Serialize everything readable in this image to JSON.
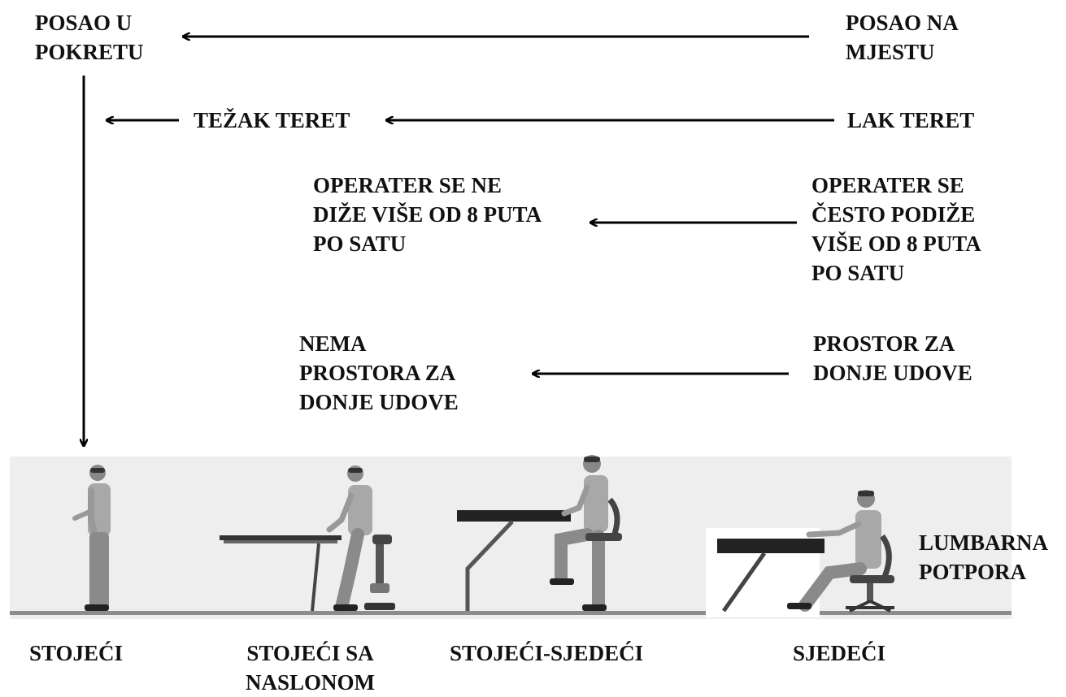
{
  "top_left": "POSAO U\nPOKRETU",
  "top_right": "POSAO NA\nMJESTU",
  "load_left": "TEŽAK TERET",
  "load_right": "LAK TERET",
  "lift_left": "OPERATER SE NE\nDIŽE VIŠE OD 8 PUTA\nPO SATU",
  "lift_right": "OPERATER SE\nČESTO PODIŽE\nVIŠE OD 8 PUTA\nPO SATU",
  "leg_left": "NEMA\nPROSTORA ZA\nDONJE UDOVE",
  "leg_right": "PROSTOR ZA\nDONJE UDOVE",
  "lumbar": "LUMBARNA\nPOTPORA",
  "postures": {
    "standing": "STOJEĆI",
    "standing_support": "STOJEĆI SA\nNASLONOM",
    "stand_sit": "STOJEĆI-SJEDEĆI",
    "sitting": "SJEDEĆI"
  }
}
